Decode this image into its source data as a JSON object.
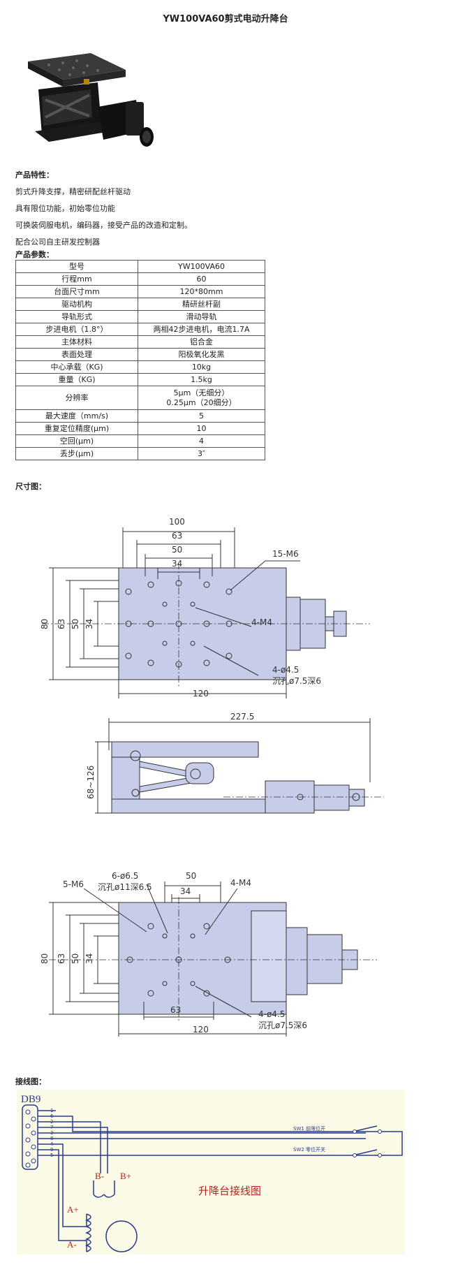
{
  "title": "YW100VA60剪式电动升降台",
  "features": {
    "heading": "产品特性：",
    "items": [
      "剪式升降支撑，精密研配丝杆驱动",
      "具有限位功能，初始零位功能",
      "可换装伺服电机，编码器，接受产品的改造和定制。",
      "配合公司自主研发控制器"
    ]
  },
  "params": {
    "heading": "产品参数：",
    "rows": [
      {
        "k": "型号",
        "v": "YW100VA60"
      },
      {
        "k": "行程mm",
        "v": "60"
      },
      {
        "k": "台面尺寸mm",
        "v": "120*80mm"
      },
      {
        "k": "驱动机构",
        "v": "精研丝杆副"
      },
      {
        "k": "导轨形式",
        "v": "滑动导轨"
      },
      {
        "k": "步进电机（1.8°）",
        "v": "两相42步进电机，电流1.7A"
      },
      {
        "k": "主体材料",
        "v": "铝合金"
      },
      {
        "k": "表面处理",
        "v": "阳极氧化发黑"
      },
      {
        "k": "中心承载（KG)",
        "v": "10kg"
      },
      {
        "k": "重量（KG)",
        "v": "1.5kg"
      },
      {
        "k": "分辨率",
        "v": "5μm（无细分）",
        "v2": "0.25μm（20细分）"
      },
      {
        "k": "最大速度（mm/s)",
        "v": "5"
      },
      {
        "k": "重复定位精度(μm)",
        "v": "10"
      },
      {
        "k": "空回(μm)",
        "v": "4"
      },
      {
        "k": "丢步(μm)",
        "v": "3″"
      }
    ]
  },
  "dimension": {
    "heading": "尺寸图：",
    "top_view": {
      "d100": "100",
      "d63": "63",
      "d50": "50",
      "d34": "34",
      "d80": "80",
      "v63": "63",
      "v50": "50",
      "v34": "34",
      "d120": "120",
      "holes1": "15-M6",
      "holes2": "4-M4",
      "holes3": "4-ø4.5",
      "counterbore": "沉孔ø7.5深6"
    },
    "side_view": {
      "length": "227.5",
      "height": "68~126"
    },
    "bottom_view": {
      "holes1": "5-M6",
      "holes2": "6-ø6.5",
      "counterbore1": "沉孔ø11深6.5",
      "d50": "50",
      "d34": "34",
      "holes3": "4-M4",
      "d80": "80",
      "v63": "63",
      "v50": "50",
      "v34": "34",
      "d63": "63",
      "d120": "120",
      "holes4": "4-ø4.5",
      "counterbore2": "沉孔ø7.5深6"
    }
  },
  "wiring": {
    "heading": "接线图：",
    "connector": "DB9",
    "pins": [
      "1",
      "6",
      "2",
      "7",
      "3",
      "8",
      "4",
      "9",
      "5"
    ],
    "sw1": "SW1 前限位开",
    "sw2": "SW2 零位开关",
    "a_plus": "A+",
    "a_minus": "A-",
    "b_minus": "B-",
    "b_plus": "B+",
    "label": "升降台接线图"
  },
  "colors": {
    "part_fill": "#c7cde8",
    "wire": "#2a3a8c",
    "wire_bg": "#fbfae6",
    "label_red": "#b0261e"
  }
}
